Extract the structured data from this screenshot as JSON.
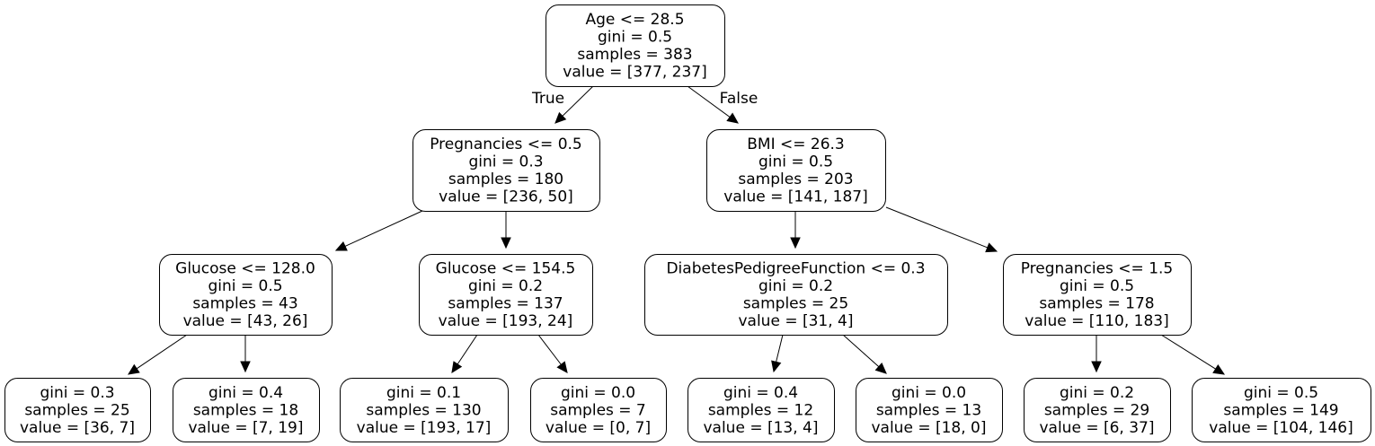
{
  "tree": {
    "nodes": [
      {
        "id": "n0",
        "lines": [
          "Age <= 28.5",
          "gini = 0.5",
          "samples = 383",
          "value = [377, 237]"
        ]
      },
      {
        "id": "n1",
        "lines": [
          "Pregnancies <= 0.5",
          "gini = 0.3",
          "samples = 180",
          "value = [236, 50]"
        ]
      },
      {
        "id": "n2",
        "lines": [
          "BMI <= 26.3",
          "gini = 0.5",
          "samples = 203",
          "value = [141, 187]"
        ]
      },
      {
        "id": "n3",
        "lines": [
          "Glucose <= 128.0",
          "gini = 0.5",
          "samples = 43",
          "value = [43, 26]"
        ]
      },
      {
        "id": "n4",
        "lines": [
          "Glucose <= 154.5",
          "gini = 0.2",
          "samples = 137",
          "value = [193, 24]"
        ]
      },
      {
        "id": "n5",
        "lines": [
          "DiabetesPedigreeFunction <= 0.3",
          "gini = 0.2",
          "samples = 25",
          "value = [31, 4]"
        ]
      },
      {
        "id": "n6",
        "lines": [
          "Pregnancies <= 1.5",
          "gini = 0.5",
          "samples = 178",
          "value = [110, 183]"
        ]
      },
      {
        "id": "n7",
        "lines": [
          "gini = 0.3",
          "samples = 25",
          "value = [36, 7]"
        ]
      },
      {
        "id": "n8",
        "lines": [
          "gini = 0.4",
          "samples = 18",
          "value = [7, 19]"
        ]
      },
      {
        "id": "n9",
        "lines": [
          "gini = 0.1",
          "samples = 130",
          "value = [193, 17]"
        ]
      },
      {
        "id": "n10",
        "lines": [
          "gini = 0.0",
          "samples = 7",
          "value = [0, 7]"
        ]
      },
      {
        "id": "n11",
        "lines": [
          "gini = 0.4",
          "samples = 12",
          "value = [13, 4]"
        ]
      },
      {
        "id": "n12",
        "lines": [
          "gini = 0.0",
          "samples = 13",
          "value = [18, 0]"
        ]
      },
      {
        "id": "n13",
        "lines": [
          "gini = 0.2",
          "samples = 29",
          "value = [6, 37]"
        ]
      },
      {
        "id": "n14",
        "lines": [
          "gini = 0.5",
          "samples = 149",
          "value = [104, 146]"
        ]
      }
    ],
    "edges": [
      {
        "from": "n0",
        "to": "n1",
        "label": "True"
      },
      {
        "from": "n0",
        "to": "n2",
        "label": "False"
      },
      {
        "from": "n1",
        "to": "n3"
      },
      {
        "from": "n1",
        "to": "n4"
      },
      {
        "from": "n2",
        "to": "n5"
      },
      {
        "from": "n2",
        "to": "n6"
      },
      {
        "from": "n3",
        "to": "n7"
      },
      {
        "from": "n3",
        "to": "n8"
      },
      {
        "from": "n4",
        "to": "n9"
      },
      {
        "from": "n4",
        "to": "n10"
      },
      {
        "from": "n5",
        "to": "n11"
      },
      {
        "from": "n5",
        "to": "n12"
      },
      {
        "from": "n6",
        "to": "n13"
      },
      {
        "from": "n6",
        "to": "n14"
      }
    ]
  }
}
